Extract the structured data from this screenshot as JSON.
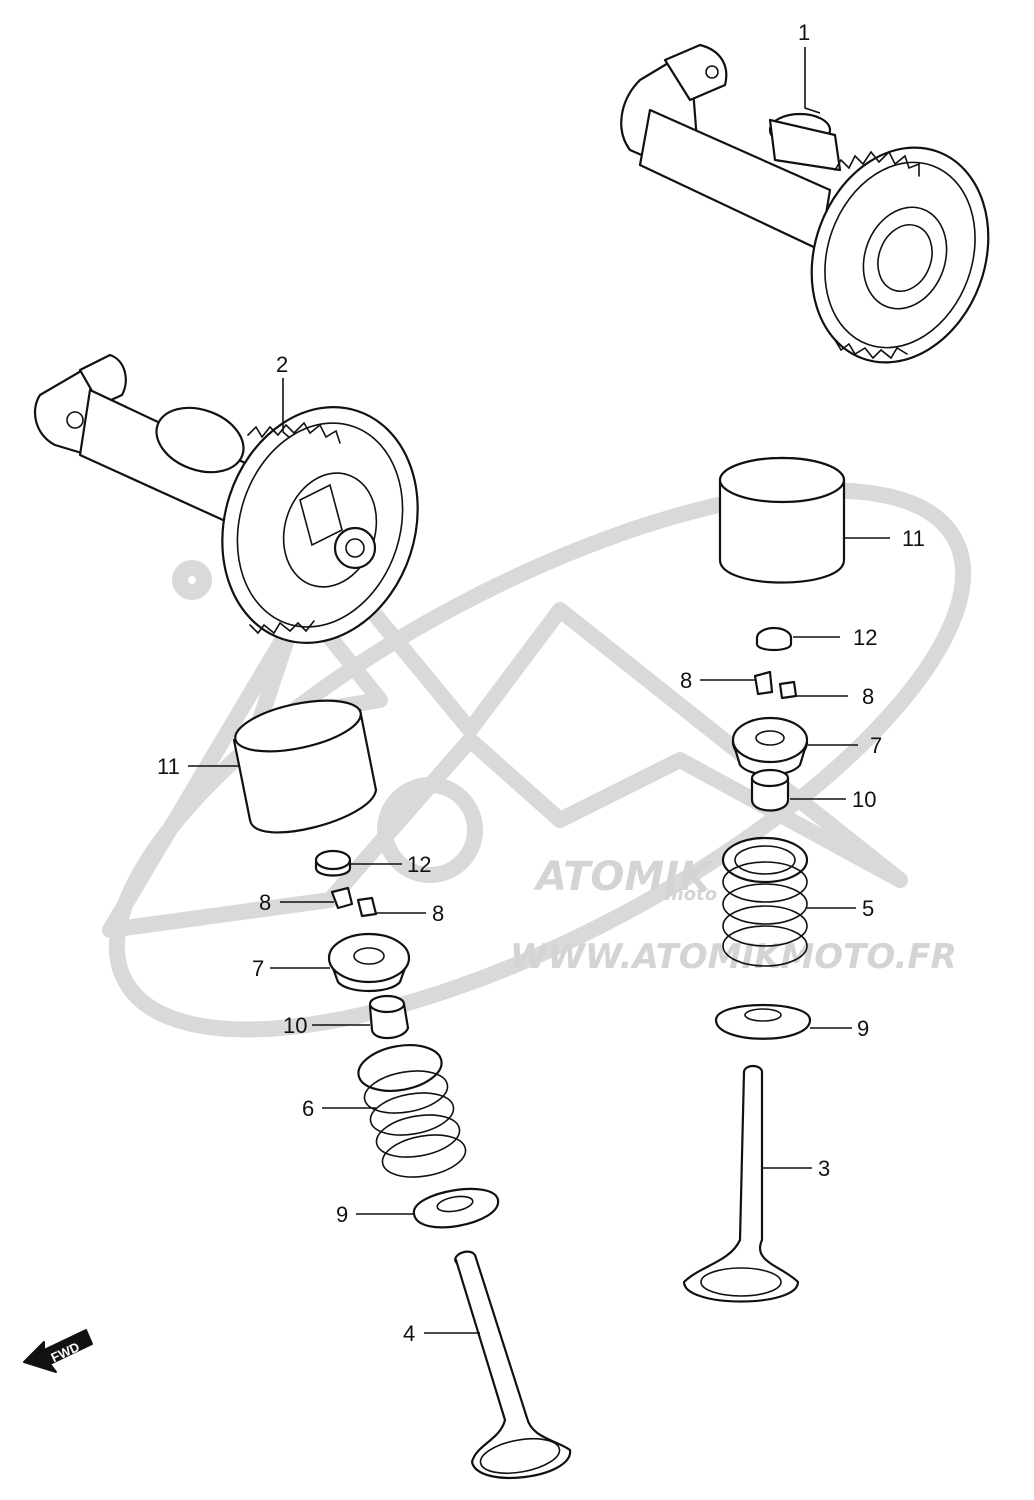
{
  "diagram": {
    "callouts": [
      {
        "id": "c1",
        "label": "1"
      },
      {
        "id": "c2",
        "label": "2"
      },
      {
        "id": "c3",
        "label": "3"
      },
      {
        "id": "c4",
        "label": "4"
      },
      {
        "id": "c5",
        "label": "5"
      },
      {
        "id": "c6",
        "label": "6"
      },
      {
        "id": "c7r",
        "label": "7"
      },
      {
        "id": "c7l",
        "label": "7"
      },
      {
        "id": "c8ra",
        "label": "8"
      },
      {
        "id": "c8rb",
        "label": "8"
      },
      {
        "id": "c8la",
        "label": "8"
      },
      {
        "id": "c8lb",
        "label": "8"
      },
      {
        "id": "c9r",
        "label": "9"
      },
      {
        "id": "c9l",
        "label": "9"
      },
      {
        "id": "c10r",
        "label": "10"
      },
      {
        "id": "c10l",
        "label": "10"
      },
      {
        "id": "c11r",
        "label": "11"
      },
      {
        "id": "c11l",
        "label": "11"
      },
      {
        "id": "c12r",
        "label": "12"
      },
      {
        "id": "c12l",
        "label": "12"
      }
    ],
    "direction_badge": "FWD",
    "watermark": {
      "brand": "ATOMIK",
      "sub": "moto",
      "url": "WWW.ATOMIKMOTO.FR"
    }
  }
}
